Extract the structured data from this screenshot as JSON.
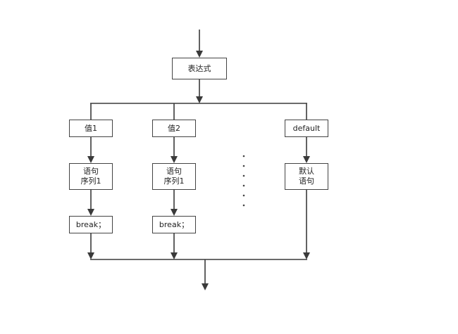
{
  "expression": "表达式",
  "cases": [
    {
      "value": "值1",
      "statement": [
        "语句",
        "序列1"
      ],
      "break": "break；"
    },
    {
      "value": "值2",
      "statement": [
        "语句",
        "序列1"
      ],
      "break": "break；"
    }
  ],
  "default": {
    "label": "default",
    "statement": [
      "默认",
      "语句"
    ]
  }
}
